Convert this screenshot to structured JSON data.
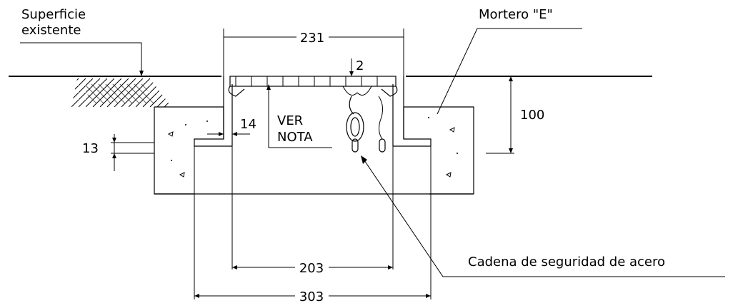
{
  "labels": {
    "superficie_line1": "Superficie",
    "superficie_line2": "existente",
    "mortero": "Mortero \"E\"",
    "ver": "VER",
    "nota": "NOTA",
    "cadena": "Cadena de seguridad de acero"
  },
  "dimensions": {
    "top_width": "231",
    "gap": "2",
    "depth": "100",
    "lip": "14",
    "step": "13",
    "inner_width": "203",
    "outer_width": "303"
  }
}
